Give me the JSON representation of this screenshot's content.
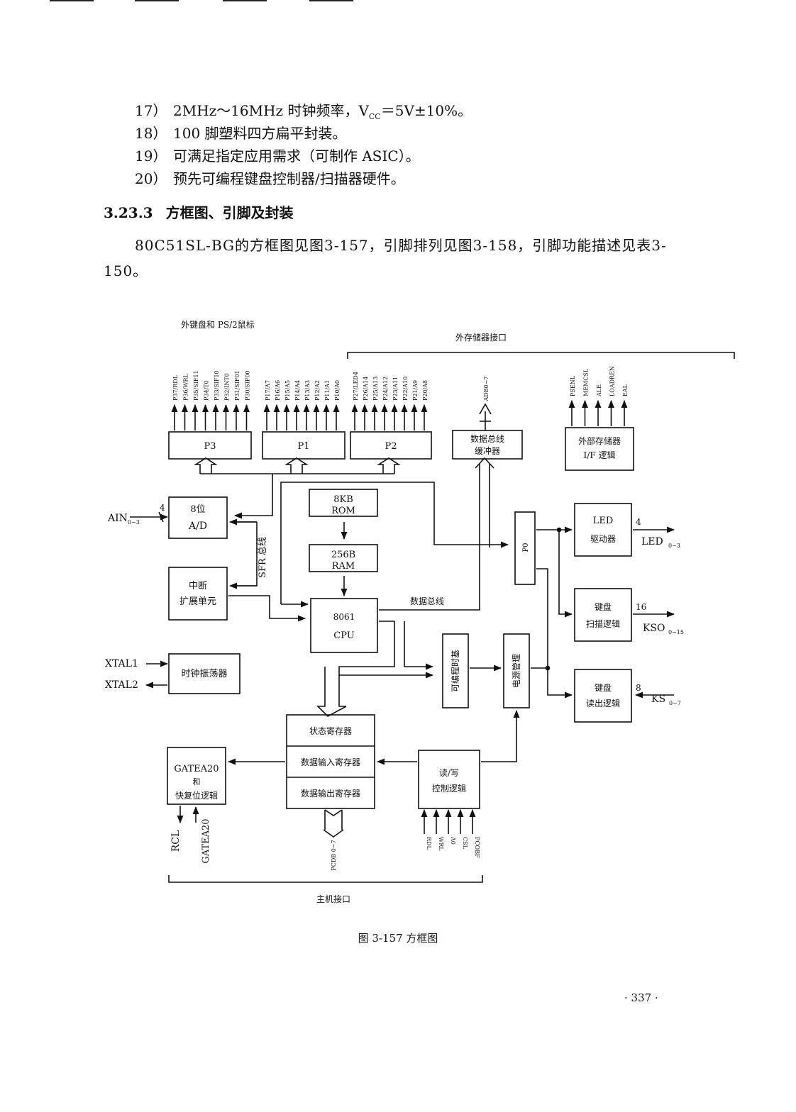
{
  "list_items": [
    {
      "num": "17）",
      "text": "2MHz～16MHz 时钟频率，V",
      "sub": "CC",
      "tail": "＝5V±10%。"
    },
    {
      "num": "18）",
      "text": "100 脚塑料四方扁平封装。"
    },
    {
      "num": "19）",
      "text": "可满足指定应用需求（可制作 ASIC）。"
    },
    {
      "num": "20）",
      "text": "预先可编程键盘控制器/扫描器硬件。"
    }
  ],
  "section": {
    "number": "3.23.3",
    "title": "方框图、引脚及封装"
  },
  "paragraph": "80C51SL-BG的方框图见图3-157，引脚排列见图3-158，引脚功能描述见表3-150。",
  "diagram": {
    "top_label_left": "外键盘和 PS/2鼠标",
    "top_label_right": "外存储器接口",
    "bottom_label": "主机接口",
    "blocks": {
      "p3": "P3",
      "p1": "P1",
      "p2": "P2",
      "data_bus_buffer": [
        "数据总线",
        "缓冲器"
      ],
      "ext_mem_if": [
        "外部存储器",
        "I/F 逻辑"
      ],
      "ad": [
        "8位",
        "A/D"
      ],
      "rom": [
        "8KB",
        "ROM"
      ],
      "ram": [
        "256B",
        "RAM"
      ],
      "interrupt": [
        "中断",
        "扩展单元"
      ],
      "cpu": [
        "8061",
        "CPU"
      ],
      "p0": "P0",
      "led_driver": [
        "LED",
        "驱动器"
      ],
      "kb_scan": [
        "键盘",
        "扫描逻辑"
      ],
      "kb_read": [
        "键盘",
        "读出逻辑"
      ],
      "clock": "时钟振荡器",
      "prog_timer": "可编程时基",
      "power_mgmt": "电源管理",
      "status_reg": "状态寄存器",
      "data_in_reg": "数据输入寄存器",
      "data_out_reg": "数据输出寄存器",
      "gatea20": [
        "GATEA20",
        "和",
        "快复位逻辑"
      ],
      "rw_ctrl": [
        "读/写",
        "控制逻辑"
      ]
    },
    "signals": {
      "p3_pins": [
        "P37/RDL",
        "P36/WRL",
        "P35/SIF11",
        "P34/T0",
        "P33/SIF10",
        "P32/INT0",
        "P31/SIF01",
        "P30/SIF00"
      ],
      "p1_pins": [
        "P17/A7",
        "P16/A6",
        "P15/A5",
        "P14/A4",
        "P13/A3",
        "P12/A2",
        "P11/A1",
        "P10/A0"
      ],
      "p2_pins": [
        "P27/LED4",
        "P26/A14",
        "P25/A13",
        "P24/A12",
        "P23/A11",
        "P22/A10",
        "P21/A9",
        "P20/A8"
      ],
      "adb": "ADB0~7",
      "ext_mem_pins": [
        "PSENL",
        "MEMCSL",
        "ALE",
        "LOADREN",
        "EAL"
      ],
      "ain": "AIN",
      "ain_sub": "0~3",
      "ain_count": "4",
      "sfr_bus": "SFR 总线",
      "data_bus": "数据总线",
      "xtal1": "XTAL1",
      "xtal2": "XTAL2",
      "led": "LED",
      "led_sub": "0~3",
      "led_count": "4",
      "kso": "KSO",
      "kso_sub": "0~15",
      "kso_count": "16",
      "ks": "KS",
      "ks_sub": "0~7",
      "ks_count": "8",
      "rcl": "RCL",
      "gatea20_pin": "GATEA20",
      "pcdb": "PCDB 0~7",
      "rw_pins": [
        "RDL",
        "WRL",
        "A0",
        "CSL",
        "PCOBF"
      ]
    }
  },
  "caption": "图 3-157   方框图",
  "page_number": "· 337 ·"
}
